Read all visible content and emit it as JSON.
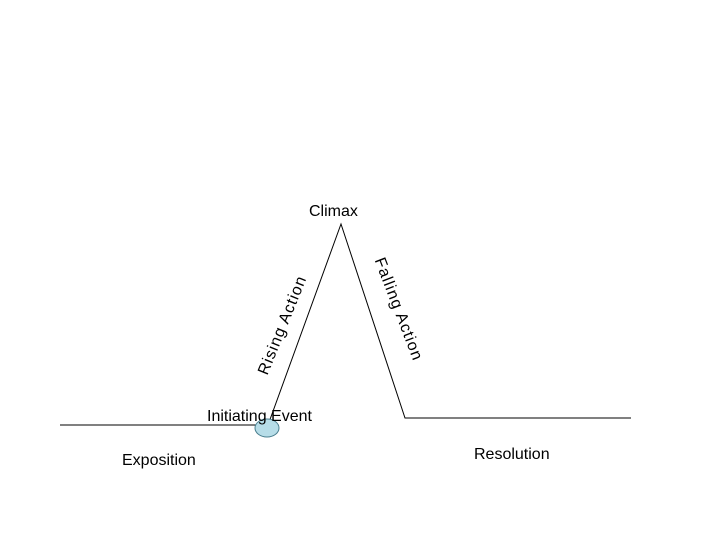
{
  "diagram": {
    "labels": {
      "climax": "Climax",
      "rising_action": "Rising Action",
      "falling_action": "Falling Action",
      "initiating_event": "Initiating Event",
      "exposition": "Exposition",
      "resolution": "Resolution"
    },
    "colors": {
      "line": "#000000",
      "event_marker_fill": "#b7dde8",
      "event_marker_stroke": "#4a7f8f"
    }
  }
}
